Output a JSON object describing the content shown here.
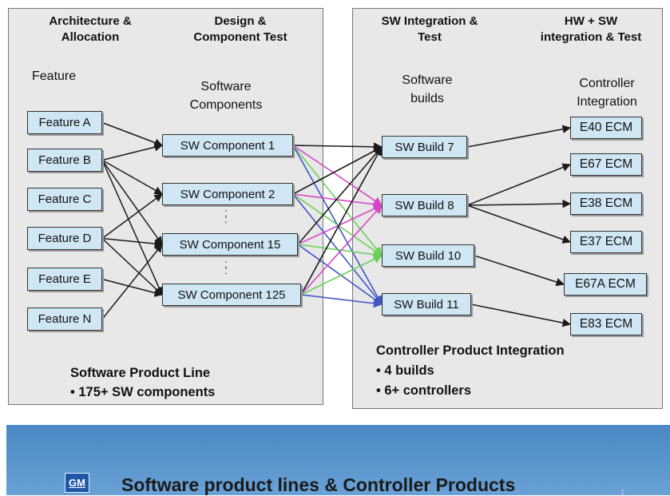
{
  "left_panel": {
    "header_architecture": "Architecture &\nAllocation",
    "header_design": "Design &\nComponent Test",
    "feature_title": "Feature",
    "components_title": "Software\nComponents",
    "features": [
      "Feature A",
      "Feature B",
      "Feature C",
      "Feature D",
      "Feature E",
      "Feature N"
    ],
    "components": [
      "SW Component 1",
      "SW Component 2",
      "SW Component 15",
      "SW Component 125"
    ],
    "ellipsis": ":",
    "summary_title": "Software Product Line",
    "summary_bullet": "• 175+ SW components"
  },
  "right_panel": {
    "header_integration": "SW Integration &\nTest",
    "header_hw": "HW + SW\nintegration & Test",
    "builds_title": "Software\nbuilds",
    "controller_title": "Controller\nIntegration",
    "builds": [
      "SW Build 7",
      "SW Build 8",
      "SW Build 10",
      "SW Build 11"
    ],
    "controllers": [
      "E40 ECM",
      "E67 ECM",
      "E38 ECM",
      "E37 ECM",
      "E67A ECM",
      "E83 ECM"
    ],
    "summary_title": "Controller Product Integration",
    "summary_bullets": [
      "• 4 builds",
      "• 6+ controllers"
    ]
  },
  "links": {
    "feature_to_component": [
      [
        0,
        0
      ],
      [
        1,
        0
      ],
      [
        1,
        1
      ],
      [
        1,
        2
      ],
      [
        1,
        3
      ],
      [
        3,
        1
      ],
      [
        3,
        2
      ],
      [
        3,
        3
      ],
      [
        4,
        3
      ],
      [
        5,
        2
      ]
    ],
    "component_to_build": [
      {
        "from": 0,
        "to": 0,
        "color": "#1a1a1a"
      },
      {
        "from": 0,
        "to": 1,
        "color": "#d846c8"
      },
      {
        "from": 0,
        "to": 2,
        "color": "#6ad05a"
      },
      {
        "from": 0,
        "to": 3,
        "color": "#3f56c8"
      },
      {
        "from": 1,
        "to": 0,
        "color": "#1a1a1a"
      },
      {
        "from": 1,
        "to": 1,
        "color": "#d846c8"
      },
      {
        "from": 1,
        "to": 2,
        "color": "#6ad05a"
      },
      {
        "from": 1,
        "to": 3,
        "color": "#3f56c8"
      },
      {
        "from": 2,
        "to": 0,
        "color": "#1a1a1a"
      },
      {
        "from": 2,
        "to": 1,
        "color": "#d846c8"
      },
      {
        "from": 2,
        "to": 2,
        "color": "#6ad05a"
      },
      {
        "from": 2,
        "to": 3,
        "color": "#3f56c8"
      },
      {
        "from": 3,
        "to": 0,
        "color": "#1a1a1a"
      },
      {
        "from": 3,
        "to": 1,
        "color": "#d846c8"
      },
      {
        "from": 3,
        "to": 2,
        "color": "#6ad05a"
      },
      {
        "from": 3,
        "to": 3,
        "color": "#3f56c8"
      }
    ],
    "build_to_controller": [
      [
        0,
        0
      ],
      [
        1,
        1
      ],
      [
        1,
        2
      ],
      [
        1,
        3
      ],
      [
        2,
        4
      ],
      [
        3,
        5
      ]
    ]
  },
  "banner": {
    "title": "Software product lines & Controller Products",
    "logo": "GM",
    "page_number": "1"
  }
}
